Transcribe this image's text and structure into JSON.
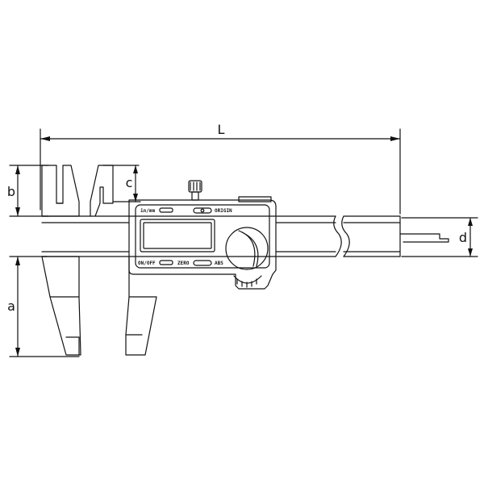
{
  "dimensions": {
    "length": "L",
    "outside_jaw_depth": "a",
    "inside_jaw_depth": "b",
    "knife_edge_depth": "c",
    "depth_rod": "d"
  },
  "display_buttons": {
    "unit_toggle": "in/mm",
    "origin": "ORIGIN",
    "power": "ON/OFF",
    "zero": "ZERO",
    "abs": "ABS"
  },
  "colors": {
    "line": "#111111",
    "background": "#ffffff"
  }
}
